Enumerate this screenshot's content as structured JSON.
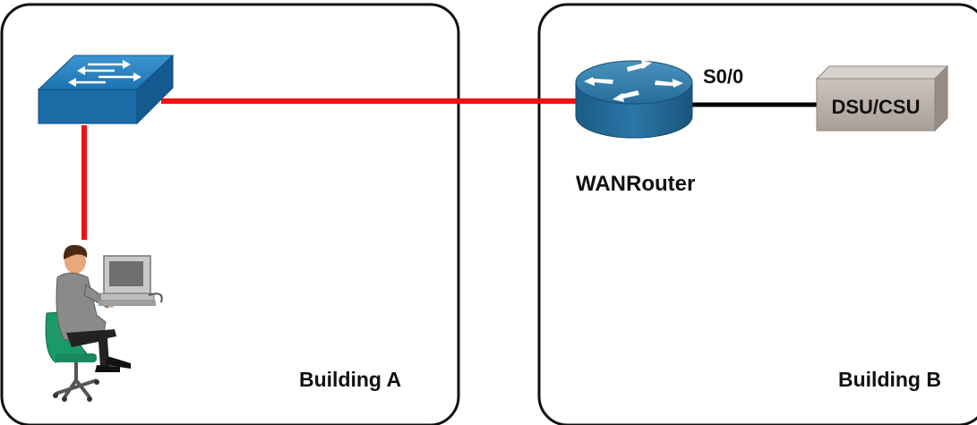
{
  "buildings": [
    {
      "id": "a",
      "label": "Building A"
    },
    {
      "id": "b",
      "label": "Building B"
    }
  ],
  "devices": {
    "switch": {
      "icon": "switch-icon"
    },
    "pc": {
      "icon": "workstation-user-icon"
    },
    "router": {
      "icon": "router-icon",
      "label": "WANRouter"
    },
    "dsu": {
      "icon": "dsu-csu-icon",
      "label": "DSU/CSU"
    }
  },
  "links": {
    "router_dsu": {
      "label": "S0/0"
    }
  },
  "colors": {
    "ethernet_link": "#ee1111",
    "serial_link": "#000000",
    "switch_blue": "#1f78b8",
    "router_blue": "#1e6a98",
    "dsu_gray": "#bdb5ae"
  }
}
